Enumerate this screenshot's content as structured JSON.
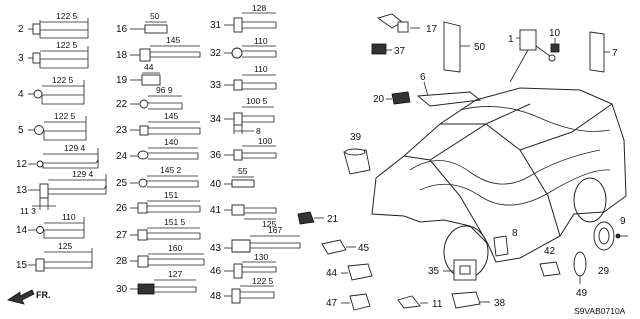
{
  "diagram": {
    "code": "S9VAB0710A",
    "fr_label": "FR.",
    "clips": [
      {
        "num": "2",
        "dim": "122 5"
      },
      {
        "num": "3",
        "dim": "122 5"
      },
      {
        "num": "4",
        "dim": "122 5"
      },
      {
        "num": "5",
        "dim": "122 5"
      },
      {
        "num": "12",
        "dim": "129 4"
      },
      {
        "num": "13",
        "dim": "129 4",
        "dim2": "11 3"
      },
      {
        "num": "14",
        "dim": "110"
      },
      {
        "num": "15",
        "dim": "125"
      },
      {
        "num": "16",
        "dim": "50"
      },
      {
        "num": "18",
        "dim": "145"
      },
      {
        "num": "19",
        "dim": "44"
      },
      {
        "num": "22",
        "dim": "96 9"
      },
      {
        "num": "23",
        "dim": "145"
      },
      {
        "num": "24",
        "dim": "140"
      },
      {
        "num": "25",
        "dim": "145 2"
      },
      {
        "num": "26",
        "dim": "151"
      },
      {
        "num": "27",
        "dim": "151 5"
      },
      {
        "num": "28",
        "dim": "160"
      },
      {
        "num": "30",
        "dim": "127"
      },
      {
        "num": "31",
        "dim": "128"
      },
      {
        "num": "32",
        "dim": "110"
      },
      {
        "num": "33",
        "dim": "110"
      },
      {
        "num": "34",
        "dim": "100 5",
        "dim2": "8"
      },
      {
        "num": "36",
        "dim": "100"
      },
      {
        "num": "40",
        "dim": "55"
      },
      {
        "num": "41",
        "dim": "125"
      },
      {
        "num": "43",
        "dim": "167"
      },
      {
        "num": "46",
        "dim": "130"
      },
      {
        "num": "48",
        "dim": "122 5"
      }
    ],
    "callouts": [
      "17",
      "37",
      "50",
      "1",
      "10",
      "7",
      "6",
      "20",
      "39",
      "21",
      "45",
      "44",
      "47",
      "11",
      "38",
      "35",
      "8",
      "42",
      "49",
      "29",
      "9"
    ]
  }
}
